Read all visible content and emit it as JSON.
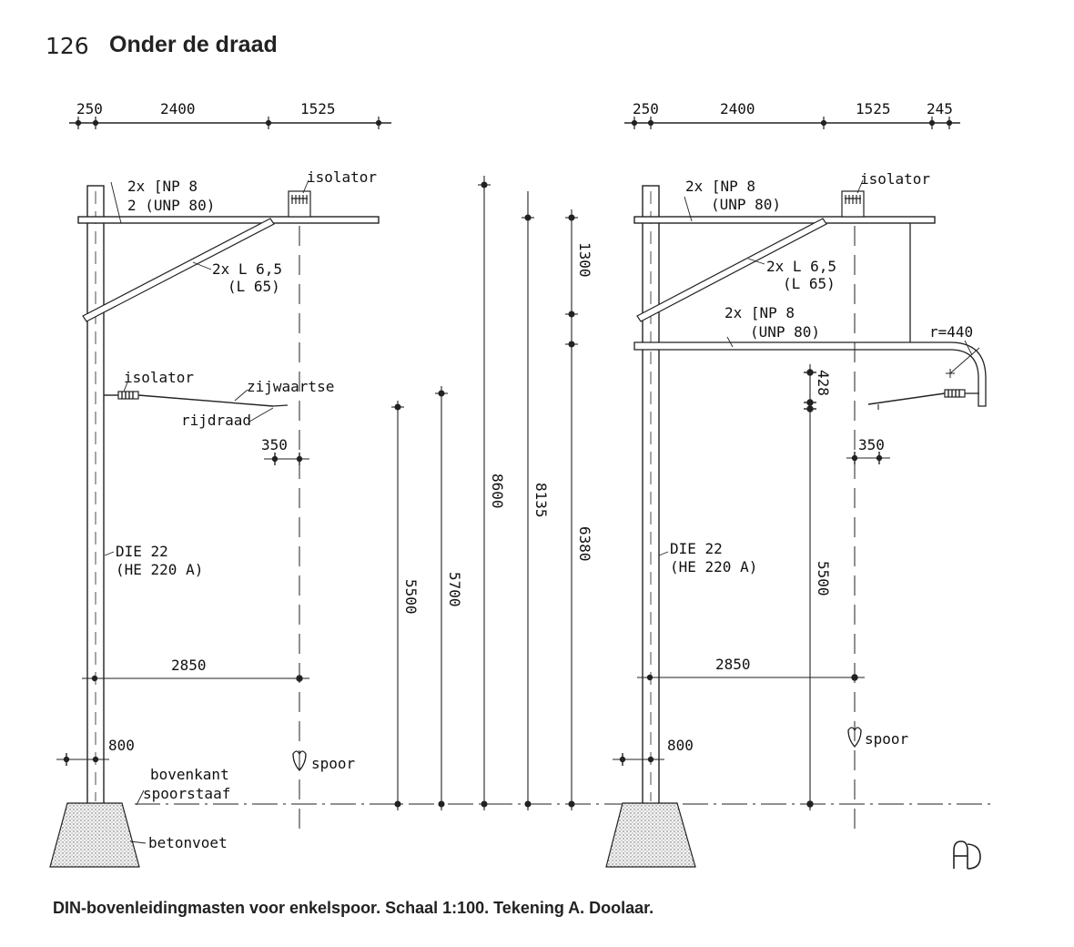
{
  "header": {
    "page_number": "126",
    "chapter_title": "Onder de draad"
  },
  "caption": "DIN-bovenleidingmasten voor enkelspoor. Schaal 1:100. Tekening A. Doolaar.",
  "left_mast": {
    "top_dims": [
      "250",
      "2400",
      "1525"
    ],
    "beam_label_1": "2x [NP 8",
    "beam_label_2": "2  (UNP 80)",
    "top_isolator": "isolator",
    "brace_label_1": "2x L 6,5",
    "brace_label_2": "(L 65)",
    "wire_isolator": "isolator",
    "sideways_label": "zijwaartse",
    "contact_wire_label": "rijdraad",
    "dim_350": "350",
    "profile_label_1": "DIE 22",
    "profile_label_2": "(HE 220 A)",
    "dim_2850": "2850",
    "dim_800": "800",
    "track_label": "spoor",
    "rail_top_label_1": "bovenkant",
    "rail_top_label_2": "spoorstaaf",
    "foundation_label": "betonvoet",
    "vertical_dims": [
      "5500",
      "5700",
      "8600",
      "8135",
      "1300",
      "6380"
    ]
  },
  "right_mast": {
    "top_dims": [
      "250",
      "2400",
      "1525",
      "245"
    ],
    "beam_label_1": "2x [NP 8",
    "beam_label_2": "(UNP 80)",
    "top_isolator": "isolator",
    "brace_label_1": "2x L 6,5",
    "brace_label_2": "(L 65)",
    "lower_beam_label_1": "2x [NP 8",
    "lower_beam_label_2": "(UNP 80)",
    "radius_label": "r=440",
    "dim_428": "428",
    "dim_350": "350",
    "profile_label_1": "DIE 22",
    "profile_label_2": "(HE 220 A)",
    "dim_5500": "5500",
    "dim_2850": "2850",
    "dim_800": "800",
    "track_label": "spoor"
  },
  "signature": "AD"
}
